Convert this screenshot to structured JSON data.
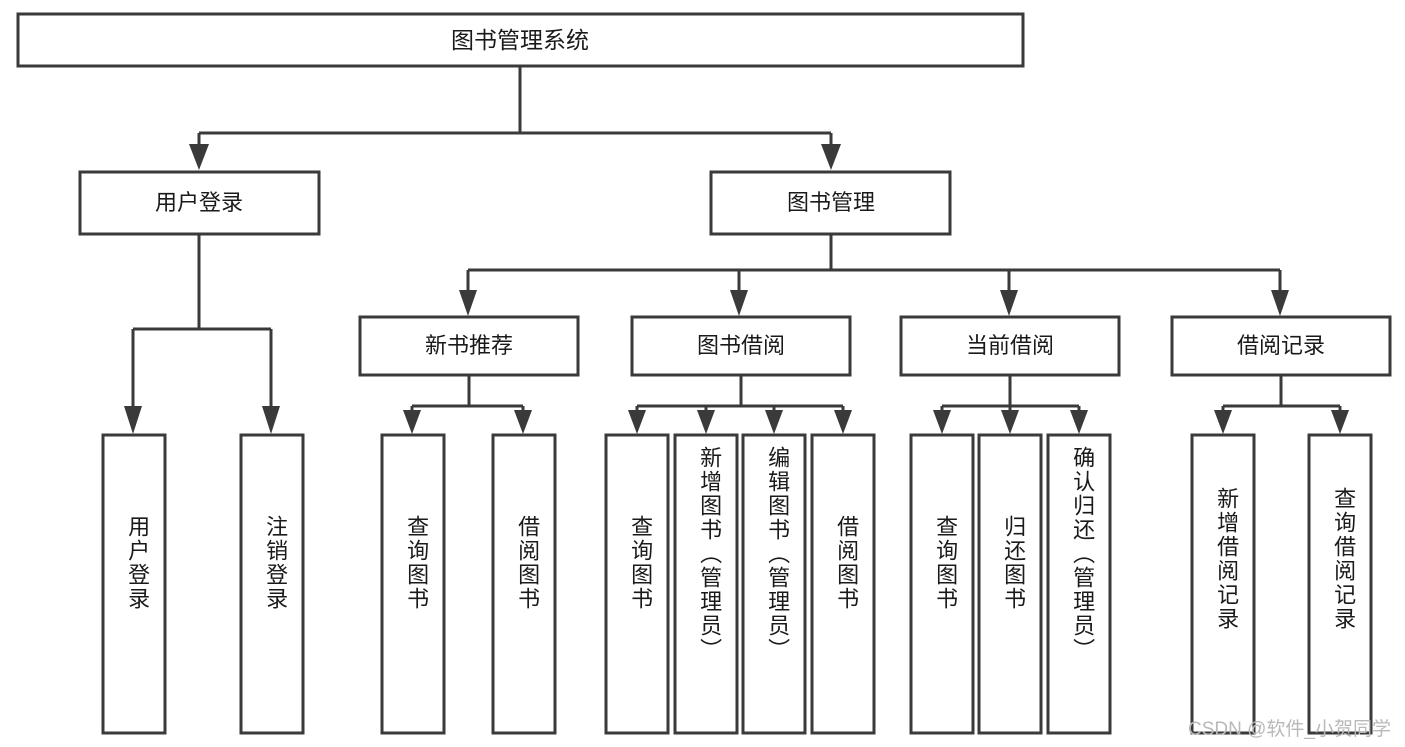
{
  "diagram": {
    "type": "hierarchy-tree",
    "title": "图书管理系统",
    "watermark": "CSDN @软件_小贺同学",
    "colors": {
      "stroke": "#3a3a3a",
      "box_fill": "#ffffff",
      "text": "#1a1a1a",
      "watermark": "#b9b9b9",
      "background": "#ffffff"
    },
    "root": {
      "label": "图书管理系统"
    },
    "level1": [
      {
        "label": "用户登录"
      },
      {
        "label": "图书管理"
      }
    ],
    "level2": [
      {
        "label": "新书推荐"
      },
      {
        "label": "图书借阅"
      },
      {
        "label": "当前借阅"
      },
      {
        "label": "借阅记录"
      }
    ],
    "leaves": {
      "user_login": [
        {
          "label": "用户登录"
        },
        {
          "label": "注销登录"
        }
      ],
      "new_book_recommend": [
        {
          "label": "查询图书"
        },
        {
          "label": "借阅图书"
        }
      ],
      "book_borrow": [
        {
          "label": "查询图书"
        },
        {
          "label": "新增图书（管理员）"
        },
        {
          "label": "编辑图书（管理员）"
        },
        {
          "label": "借阅图书"
        }
      ],
      "current_borrow": [
        {
          "label": "查询图书"
        },
        {
          "label": "归还图书"
        },
        {
          "label": "确认归还（管理员）"
        }
      ],
      "borrow_record": [
        {
          "label": "新增借阅记录"
        },
        {
          "label": "查询借阅记录"
        }
      ]
    }
  }
}
